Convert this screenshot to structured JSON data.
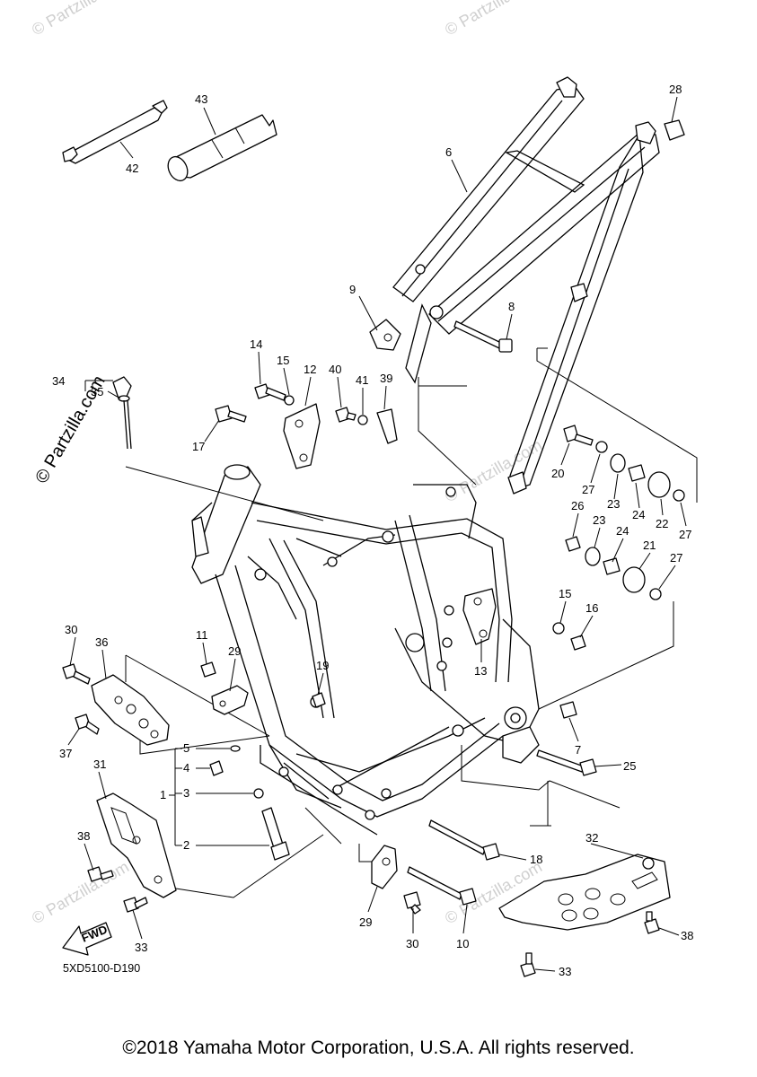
{
  "watermark": "© Partzilla.com",
  "faint_watermark": "© Partzilla.com",
  "diagram_code": "5XD5100-D190",
  "fwd_label": "FWD",
  "copyright": "©2018 Yamaha Motor Corporation, U.S.A. All rights reserved.",
  "callouts": {
    "c1": "1",
    "c2": "2",
    "c3": "3",
    "c4": "4",
    "c5": "5",
    "c6": "6",
    "c7": "7",
    "c8": "8",
    "c9": "9",
    "c10": "10",
    "c11": "11",
    "c12": "12",
    "c13": "13",
    "c14": "14",
    "c15a": "15",
    "c15b": "15",
    "c16": "16",
    "c17": "17",
    "c18": "18",
    "c19": "19",
    "c20": "20",
    "c21": "21",
    "c22": "22",
    "c23a": "23",
    "c23b": "23",
    "c24a": "24",
    "c24b": "24",
    "c25": "25",
    "c26": "26",
    "c27a": "27",
    "c27b": "27",
    "c27c": "27",
    "c28": "28",
    "c29a": "29",
    "c29b": "29",
    "c30a": "30",
    "c30b": "30",
    "c31": "31",
    "c32": "32",
    "c33a": "33",
    "c33b": "33",
    "c34": "34",
    "c35": "35",
    "c36": "36",
    "c37": "37",
    "c38a": "38",
    "c38b": "38",
    "c39": "39",
    "c40": "40",
    "c41": "41",
    "c42": "42",
    "c43": "43"
  }
}
